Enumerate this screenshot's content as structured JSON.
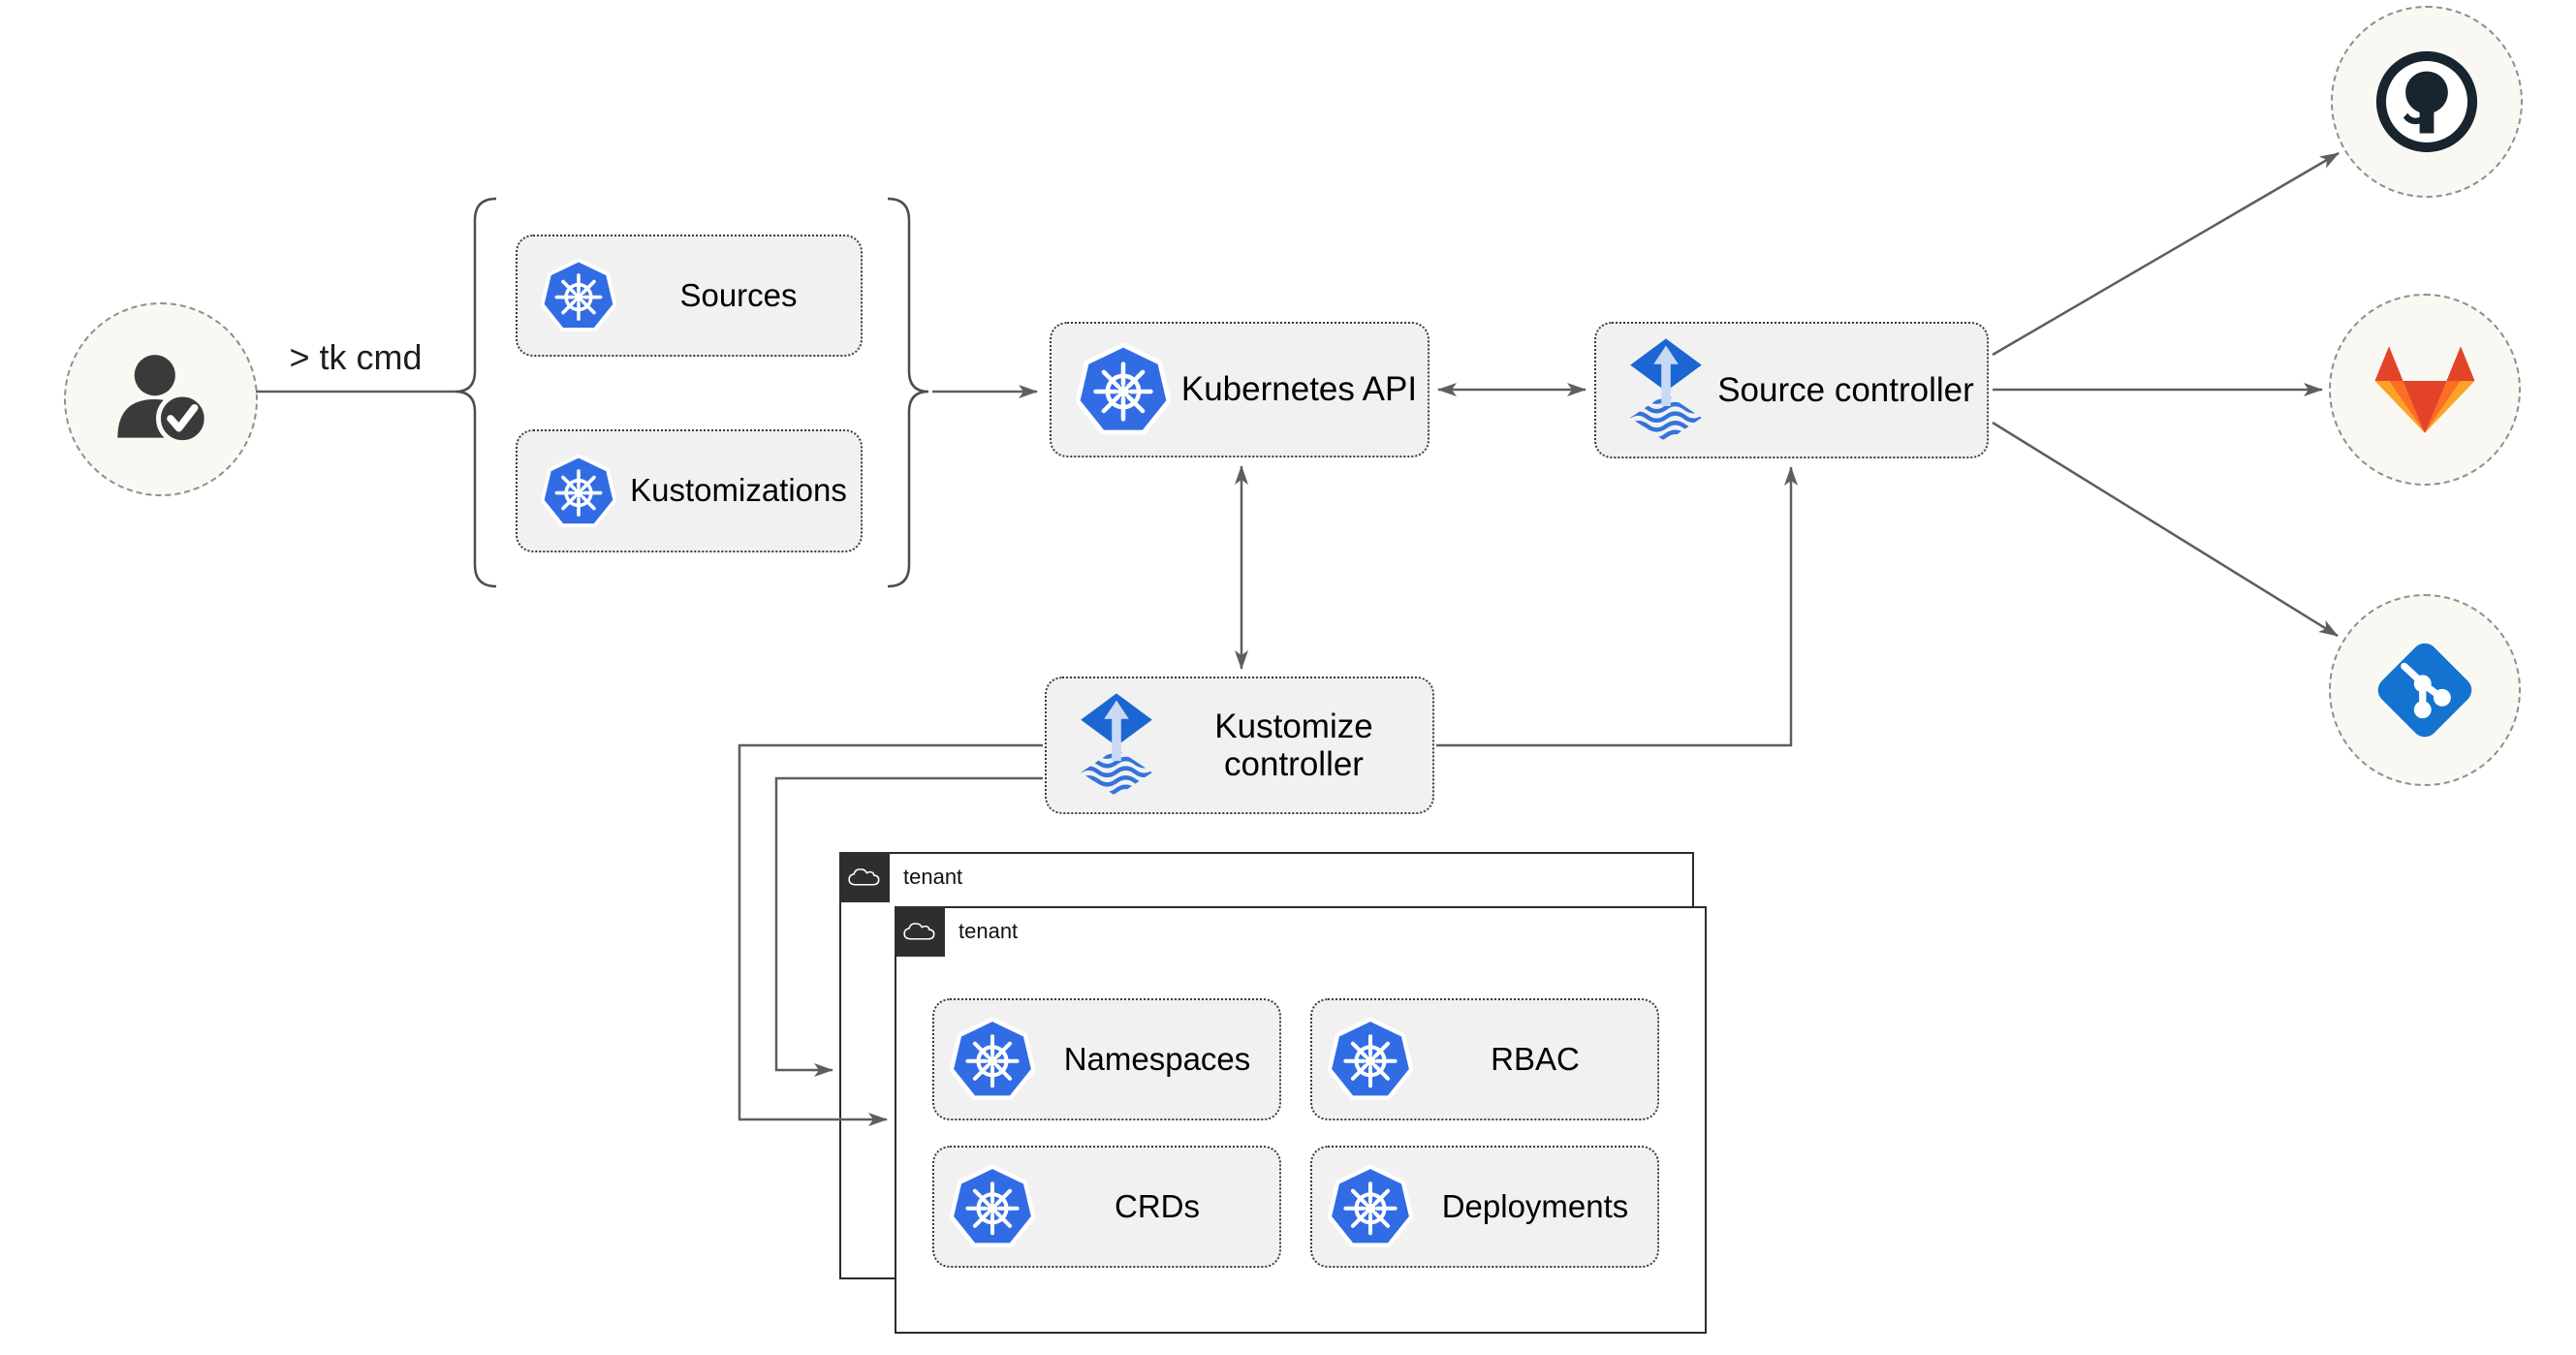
{
  "colors": {
    "node_fill": "#f1f1f1",
    "node_border": "#3c3c3c",
    "connector": "#5e5e5e",
    "kubernetes_blue": "#326ce5",
    "flux_blue": "#1b66d2",
    "flux_arrow_light": "#c9d9f4",
    "flux_wave_blue": "#3373da",
    "bubble_fill": "#faf8f3",
    "github_dark": "#18242e",
    "gitlab_red": "#e24329",
    "gitlab_orange": "#fc6d26",
    "gitlab_light_orange": "#fca326",
    "git_blue": "#1473cf",
    "tenant_border": "#2b2b2b",
    "tenant_tab_bg": "#2e2e2e"
  },
  "user": {
    "icon": "person-check-icon",
    "command_label": "> tk cmd"
  },
  "bracket_group": {
    "sources": {
      "icon": "kubernetes-icon",
      "label": "Sources"
    },
    "kustomizations": {
      "icon": "kubernetes-icon",
      "label": "Kustomizations"
    }
  },
  "nodes": {
    "kubernetes_api": {
      "icon": "kubernetes-icon",
      "label": "Kubernetes API"
    },
    "source_controller": {
      "icon": "flux-icon",
      "label": "Source controller"
    },
    "kustomize_controller": {
      "icon": "flux-icon",
      "label": "Kustomize controller"
    }
  },
  "tenants": {
    "back": {
      "icon": "cloud-icon",
      "label": "tenant"
    },
    "front": {
      "icon": "cloud-icon",
      "label": "tenant",
      "resources": {
        "namespaces": {
          "icon": "kubernetes-icon",
          "label": "Namespaces"
        },
        "rbac": {
          "icon": "kubernetes-icon",
          "label": "RBAC"
        },
        "crds": {
          "icon": "kubernetes-icon",
          "label": "CRDs"
        },
        "deployments": {
          "icon": "kubernetes-icon",
          "label": "Deployments"
        }
      }
    }
  },
  "git_providers": {
    "github": {
      "icon": "github-icon"
    },
    "gitlab": {
      "icon": "gitlab-icon"
    },
    "git": {
      "icon": "git-icon"
    }
  }
}
